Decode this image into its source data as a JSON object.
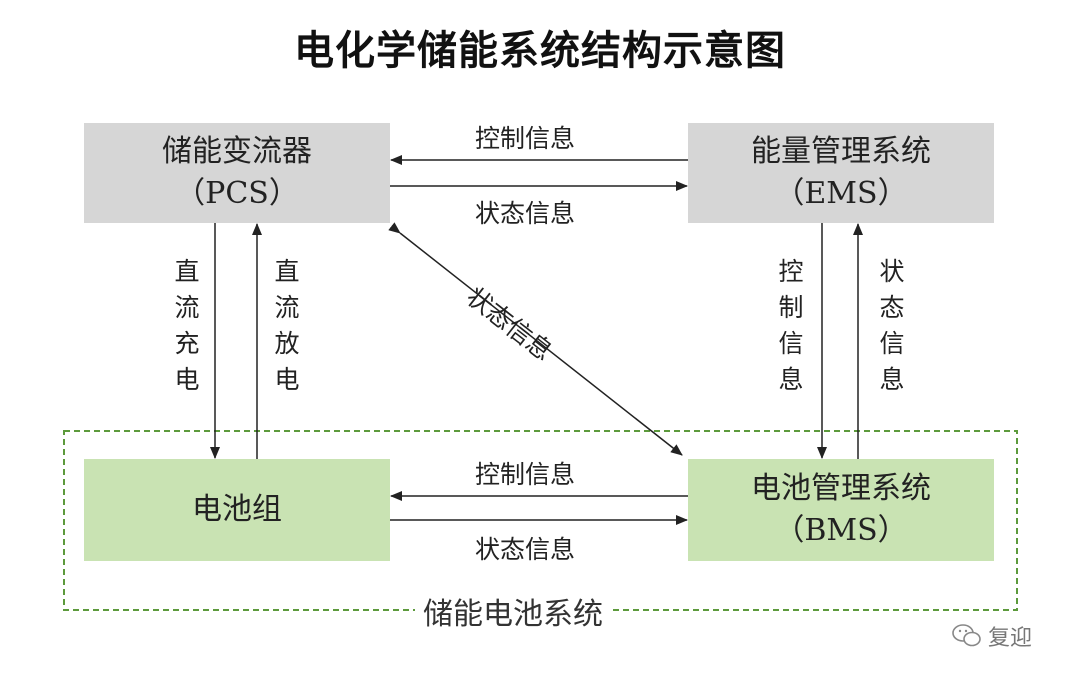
{
  "title": "电化学储能系统结构示意图",
  "nodes": {
    "pcs": {
      "line1": "储能变流器",
      "line2": "（PCS）"
    },
    "ems": {
      "line1": "能量管理系统",
      "line2": "（EMS）"
    },
    "battery": {
      "line1": "电池组"
    },
    "bms": {
      "line1": "电池管理系统",
      "line2": "（BMS）"
    }
  },
  "edges": {
    "ems_to_pcs": "控制信息",
    "pcs_to_ems": "状态信息",
    "pcs_to_battery": "直流充电",
    "battery_to_pcs": "直流放电",
    "bms_pcs": "状态信息",
    "ems_to_bms": "控制信息",
    "bms_to_ems": "状态信息",
    "bms_to_battery": "控制信息",
    "battery_to_bms": "状态信息"
  },
  "group_label": "储能电池系统",
  "watermark": "复迎",
  "colors": {
    "gray_box": "#d6d6d6",
    "green_box": "#c9e3b3",
    "dashed_border": "#5c9a3c"
  }
}
